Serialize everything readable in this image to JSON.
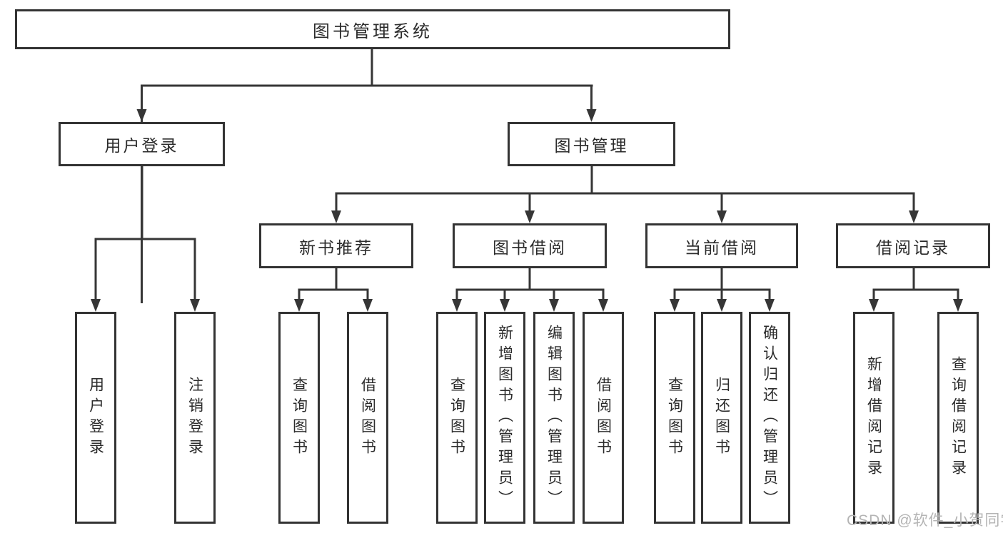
{
  "colors": {
    "bg": "#ffffff",
    "line": "#363636",
    "border": "#333333",
    "text": "#2b2b2b",
    "watermark": "#b4b4b4"
  },
  "watermark": "CSDN @软件_小贺同学",
  "tree": {
    "root": "图书管理系统",
    "branches": [
      {
        "label": "用户登录",
        "children": [
          {
            "label": "用户登录"
          },
          {
            "label": "注销登录"
          }
        ]
      },
      {
        "label": "图书管理",
        "children": [
          {
            "label": "新书推荐",
            "children": [
              {
                "label": "查询图书"
              },
              {
                "label": "借阅图书"
              }
            ]
          },
          {
            "label": "图书借阅",
            "children": [
              {
                "label": "查询图书"
              },
              {
                "label": "新增图书（管理员）"
              },
              {
                "label": "编辑图书（管理员）"
              },
              {
                "label": "借阅图书"
              }
            ]
          },
          {
            "label": "当前借阅",
            "children": [
              {
                "label": "查询图书"
              },
              {
                "label": "归还图书"
              },
              {
                "label": "确认归还（管理员）"
              }
            ]
          },
          {
            "label": "借阅记录",
            "children": [
              {
                "label": "新增借阅记录"
              },
              {
                "label": "查询借阅记录"
              }
            ]
          }
        ]
      }
    ]
  }
}
